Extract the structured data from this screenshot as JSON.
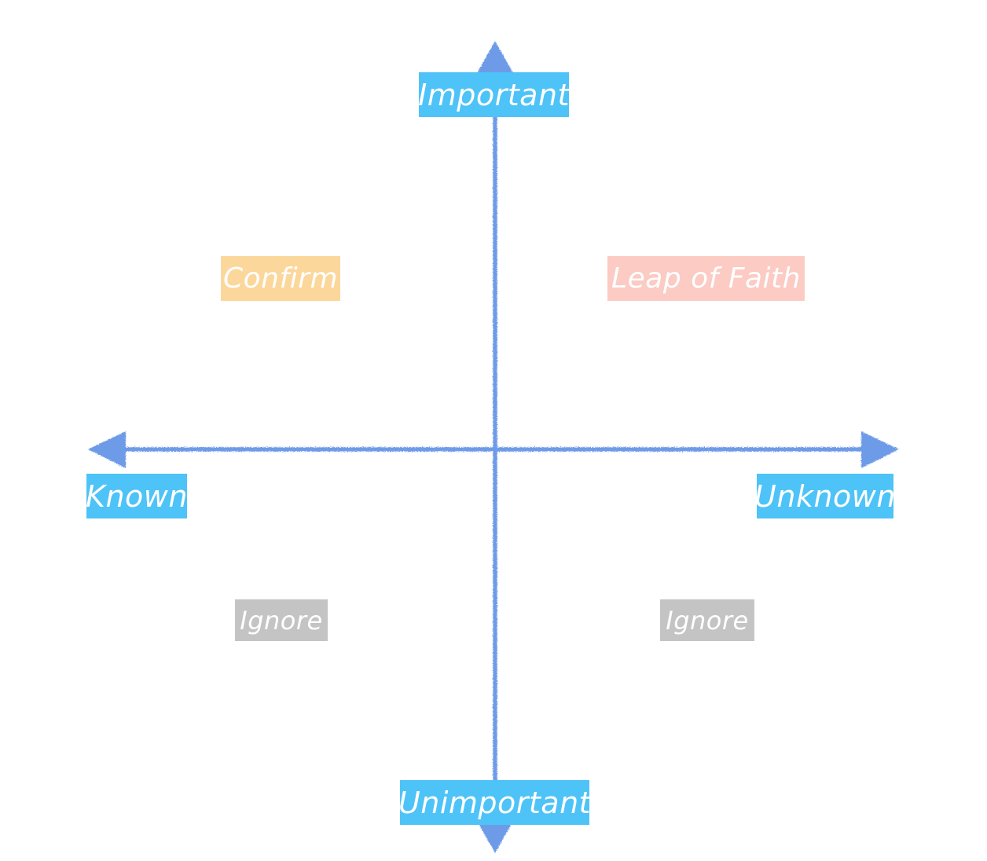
{
  "diagram": {
    "type": "2x2-quadrant-matrix",
    "title": "",
    "background_color": "#ffffff",
    "axis_color": "#6e9be8",
    "text_color": "#ffffff",
    "axes": {
      "vertical": {
        "top_label": "Important",
        "bottom_label": "Unimportant",
        "name": "importance-axis"
      },
      "horizontal": {
        "left_label": "Known",
        "right_label": "Unknown",
        "name": "knowledge-axis"
      }
    },
    "labels": {
      "important": {
        "text": "Important",
        "color": "#4ec3f7"
      },
      "unimportant": {
        "text": "Unimportant",
        "color": "#4ec3f7"
      },
      "known": {
        "text": "Known",
        "color": "#4ec3f7"
      },
      "unknown": {
        "text": "Unknown",
        "color": "#4ec3f7"
      }
    },
    "quadrants": [
      {
        "id": "confirm",
        "text": "Confirm",
        "color": "#fcd79b",
        "position": "top-left",
        "meaning": "Important and Known"
      },
      {
        "id": "leap-of-faith",
        "text": "Leap of Faith",
        "color": "#fbcbc4",
        "position": "top-right",
        "meaning": "Important and Unknown"
      },
      {
        "id": "ignore-left",
        "text": "Ignore",
        "color": "#c4c4c4",
        "position": "bottom-left",
        "meaning": "Unimportant and Known"
      },
      {
        "id": "ignore-right",
        "text": "Ignore",
        "color": "#c4c4c4",
        "position": "bottom-right",
        "meaning": "Unimportant and Unknown"
      }
    ]
  }
}
